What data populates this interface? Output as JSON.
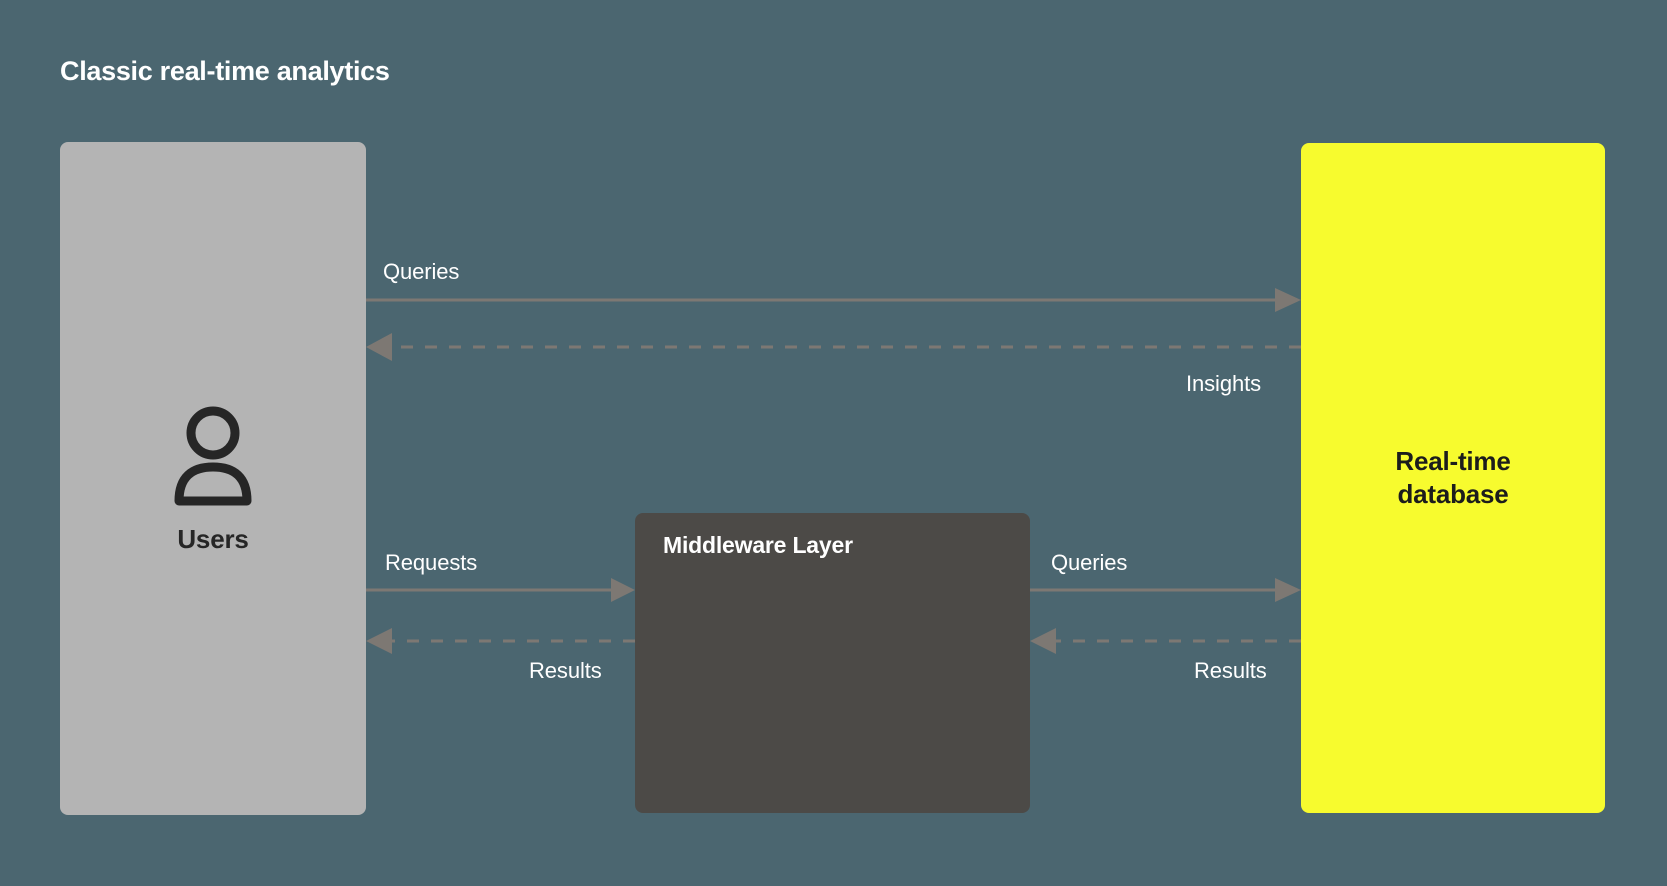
{
  "diagram": {
    "title": "Classic real-time analytics",
    "background_color": "#4b6670",
    "nodes": [
      {
        "id": "users",
        "label": "Users",
        "icon": "user-icon",
        "color": "#b4b4b4",
        "text_color": "#262626"
      },
      {
        "id": "middleware",
        "label": "Middleware Layer",
        "color": "#4c4a47",
        "text_color": "#ffffff"
      },
      {
        "id": "database",
        "label_line1": "Real-time",
        "label_line2": "database",
        "color": "#f7fb2e",
        "text_color": "#1c1c1c"
      }
    ],
    "edges": [
      {
        "id": "users-to-db-queries",
        "label": "Queries",
        "from": "users",
        "to": "database",
        "style": "solid",
        "direction": "right",
        "color": "#7d7873"
      },
      {
        "id": "db-to-users-insights",
        "label": "Insights",
        "from": "database",
        "to": "users",
        "style": "dashed",
        "direction": "left",
        "color": "#7d7873"
      },
      {
        "id": "users-to-middleware-requests",
        "label": "Requests",
        "from": "users",
        "to": "middleware",
        "style": "solid",
        "direction": "right",
        "color": "#7d7873"
      },
      {
        "id": "middleware-to-users-results",
        "label": "Results",
        "from": "middleware",
        "to": "users",
        "style": "dashed",
        "direction": "left",
        "color": "#7d7873"
      },
      {
        "id": "middleware-to-db-queries",
        "label": "Queries",
        "from": "middleware",
        "to": "database",
        "style": "solid",
        "direction": "right",
        "color": "#7d7873"
      },
      {
        "id": "db-to-middleware-results",
        "label": "Results",
        "from": "database",
        "to": "middleware",
        "style": "dashed",
        "direction": "left",
        "color": "#7d7873"
      }
    ]
  }
}
